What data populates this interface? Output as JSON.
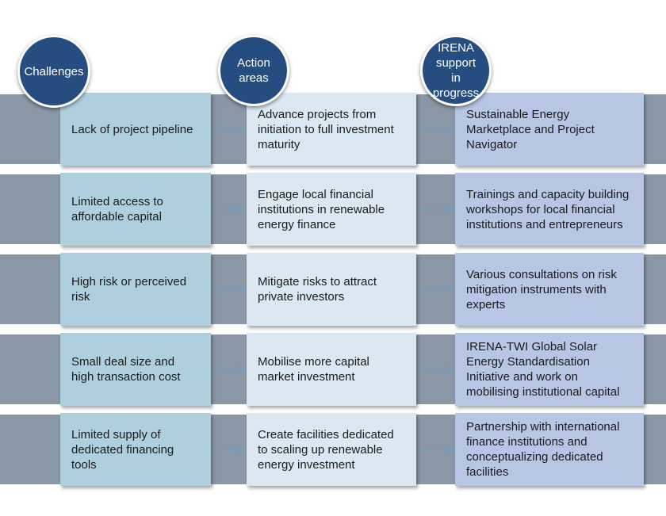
{
  "headers": {
    "challenges": "Challenges",
    "action_areas": "Action areas",
    "irena_support": "IRENA support in progress"
  },
  "rows": [
    {
      "challenge": "Lack of project pipeline",
      "action": "Advance projects from initiation to full investment maturity",
      "support": "Sustainable Energy Marketplace and Project Navigator"
    },
    {
      "challenge": "Limited access to affordable capital",
      "action": "Engage local financial institutions in renewable energy finance",
      "support": "Trainings and capacity building workshops for local financial institutions and entrepreneurs"
    },
    {
      "challenge": "High risk or perceived risk",
      "action": "Mitigate risks to attract private investors",
      "support": "Various consultations on risk mitigation instruments with experts"
    },
    {
      "challenge": "Small deal size and high transaction cost",
      "action": "Mobilise more capital market investment",
      "support": "IRENA-TWI Global Solar Energy Standardisation Initiative and work on mobilising institutional capital"
    },
    {
      "challenge": "Limited supply of dedicated financing tools",
      "action": "Create facilities dedicated to scaling up renewable energy investment",
      "support": "Partnership with international finance institutions and conceptualizing dedicated facilities"
    }
  ],
  "colors": {
    "challenge_box": "#aed0de",
    "action_box": "#dbe8f1",
    "support_box": "#b6c6e4",
    "header_circle": "#264d80",
    "row_band": "#8a97a6",
    "arrow": "#6d9ec4"
  }
}
